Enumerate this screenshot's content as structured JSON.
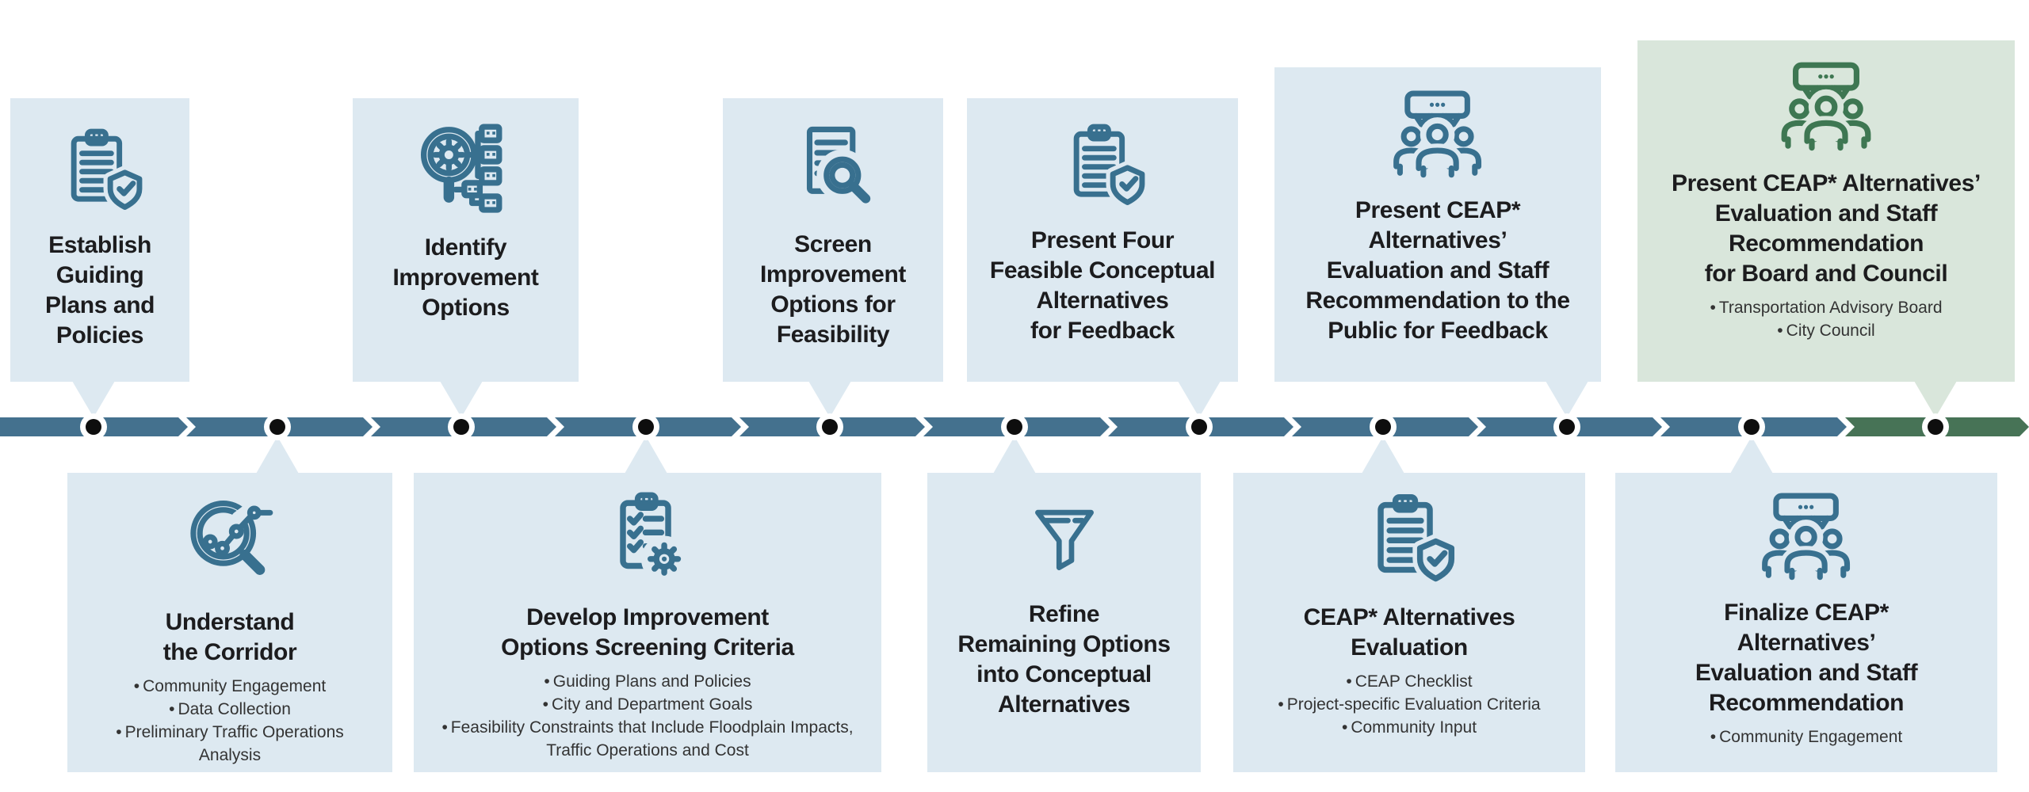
{
  "diagram": {
    "name": "CEAP corridor study process timeline",
    "orientation": "left-to-right",
    "step_count": 11
  },
  "colors": {
    "page_bg": "#ffffff",
    "box_blue_bg": "#dde9f1",
    "box_green_bg": "#d9e6db",
    "bar_blue": "#44718e",
    "bar_green": "#477356",
    "icon_blue": "#38708f",
    "icon_green": "#3e7752",
    "dot_black": "#0e0e0e",
    "dot_ring_white": "#ffffff",
    "title_text": "#1c1c1e",
    "bullet_text": "#333333"
  },
  "timeline": {
    "dot_positions": [
      118,
      350,
      582,
      815,
      1047,
      1280,
      1513,
      1745,
      1977,
      2210,
      2442
    ],
    "segment_boundaries": [
      0,
      233,
      466,
      698,
      931,
      1163,
      1396,
      1628,
      1861,
      2093,
      2326,
      2560
    ],
    "green_segment_index": 10,
    "ends_with_arrow_tip": true
  },
  "steps": [
    {
      "position": "above",
      "variant": "blue",
      "icon": "clipboard-shield-icon",
      "title_lines": [
        "Establish",
        "Guiding",
        "Plans and",
        "Policies"
      ],
      "bullets": []
    },
    {
      "position": "below",
      "variant": "blue",
      "icon": "magnifier-chart-icon",
      "title_lines": [
        "Understand",
        "the Corridor"
      ],
      "bullets": [
        "Community Engagement",
        "Data Collection",
        "Preliminary Traffic Operations Analysis"
      ]
    },
    {
      "position": "above",
      "variant": "blue",
      "icon": "magnifier-gear-network-icon",
      "title_lines": [
        "Identify",
        "Improvement",
        "Options"
      ],
      "bullets": []
    },
    {
      "position": "below",
      "variant": "blue",
      "icon": "checklist-gear-icon",
      "title_lines": [
        "Develop Improvement",
        "Options Screening Criteria"
      ],
      "bullets": [
        "Guiding Plans and Policies",
        "City and Department Goals",
        "Feasibility Constraints that Include Floodplain Impacts, Traffic Operations and Cost"
      ]
    },
    {
      "position": "above",
      "variant": "blue",
      "icon": "document-search-icon",
      "title_lines": [
        "Screen",
        "Improvement",
        "Options for",
        "Feasibility"
      ],
      "bullets": []
    },
    {
      "position": "below",
      "variant": "blue",
      "icon": "funnel-icon",
      "title_lines": [
        "Refine",
        "Remaining Options",
        "into Conceptual",
        "Alternatives"
      ],
      "bullets": []
    },
    {
      "position": "above",
      "variant": "blue",
      "icon": "clipboard-shield-icon",
      "title_lines": [
        "Present Four",
        "Feasible Conceptual",
        "Alternatives",
        "for Feedback"
      ],
      "bullets": []
    },
    {
      "position": "below",
      "variant": "blue",
      "icon": "clipboard-shield-icon",
      "title_lines": [
        "CEAP* Alternatives",
        "Evaluation"
      ],
      "bullets": [
        "CEAP Checklist",
        "Project-specific Evaluation Criteria",
        "Community Input"
      ]
    },
    {
      "position": "above",
      "variant": "blue",
      "icon": "audience-presentation-icon",
      "title_lines": [
        "Present CEAP*",
        "Alternatives’",
        "Evaluation and Staff",
        "Recommendation to the",
        "Public for Feedback"
      ],
      "bullets": []
    },
    {
      "position": "below",
      "variant": "blue",
      "icon": "audience-presentation-icon",
      "title_lines": [
        "Finalize CEAP*",
        "Alternatives’",
        "Evaluation and Staff",
        "Recommendation"
      ],
      "bullets": [
        "Community Engagement"
      ]
    },
    {
      "position": "above",
      "variant": "green",
      "icon": "audience-presentation-icon",
      "title_lines": [
        "Present CEAP* Alternatives’",
        "Evaluation and Staff",
        "Recommendation",
        "for Board and Council"
      ],
      "bullets": [
        "Transportation Advisory Board",
        "City Council"
      ]
    }
  ]
}
